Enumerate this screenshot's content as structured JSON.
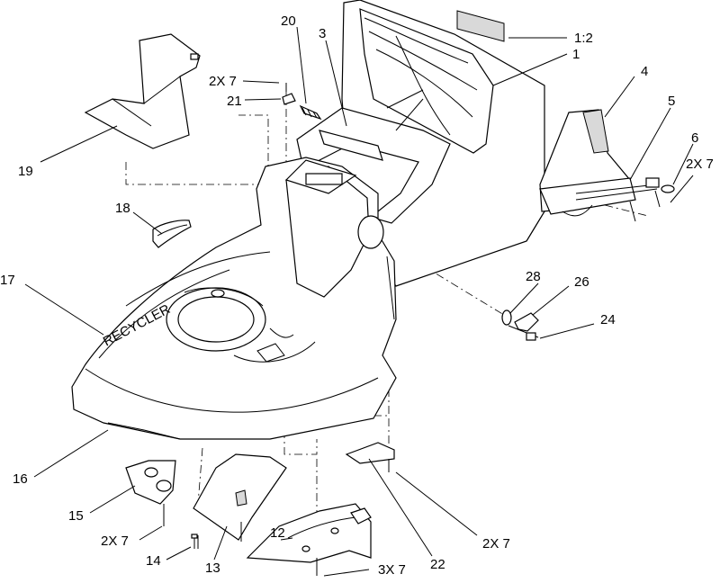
{
  "callouts": [
    {
      "id": "c1",
      "text": "1:2"
    },
    {
      "id": "c2",
      "text": "1"
    },
    {
      "id": "c3",
      "text": "20"
    },
    {
      "id": "c4",
      "text": "3"
    },
    {
      "id": "c5",
      "text": "2X 7"
    },
    {
      "id": "c6",
      "text": "21"
    },
    {
      "id": "c7",
      "text": "4"
    },
    {
      "id": "c8",
      "text": "5"
    },
    {
      "id": "c9",
      "text": "6"
    },
    {
      "id": "c10",
      "text": "2X 7"
    },
    {
      "id": "c11",
      "text": "19"
    },
    {
      "id": "c12",
      "text": "18"
    },
    {
      "id": "c13",
      "text": "17"
    },
    {
      "id": "c14",
      "text": "28"
    },
    {
      "id": "c15",
      "text": "26"
    },
    {
      "id": "c16",
      "text": "24"
    },
    {
      "id": "c17",
      "text": "16"
    },
    {
      "id": "c18",
      "text": "15"
    },
    {
      "id": "c19",
      "text": "2X 7"
    },
    {
      "id": "c20",
      "text": "14"
    },
    {
      "id": "c21",
      "text": "13"
    },
    {
      "id": "c22",
      "text": "12"
    },
    {
      "id": "c23",
      "text": "22"
    },
    {
      "id": "c24",
      "text": "2X 7"
    },
    {
      "id": "c25",
      "text": "3X 7"
    }
  ],
  "deck_logo": {
    "text": "RECYCLER"
  }
}
